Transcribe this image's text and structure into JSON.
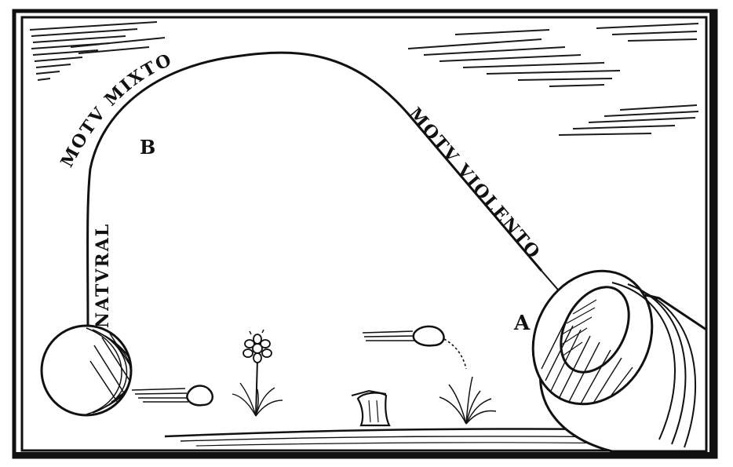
{
  "labels": {
    "natural": "NATVRAL",
    "mixto": "MOTV MIXTO",
    "violento": "MOTV VIOLENTO",
    "point_a": "A",
    "point_b": "B"
  },
  "colors": {
    "ink": "#111111",
    "paper": "#ffffff"
  },
  "icons": [
    "cannon",
    "cannonball",
    "flower",
    "grass-tuft",
    "tree-stump",
    "rock",
    "clouds"
  ]
}
